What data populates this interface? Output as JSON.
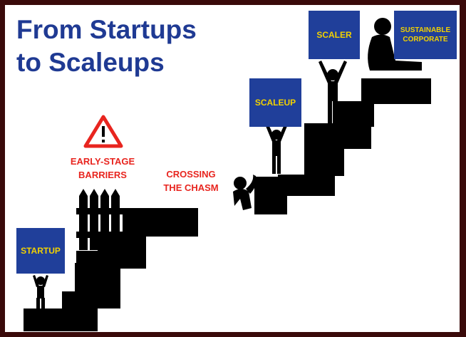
{
  "title": {
    "line1": "From Startups",
    "line2": "to Scaleups"
  },
  "stages": {
    "startup": "STARTUP",
    "scaleup": "SCALEUP",
    "scaler": "SCALER",
    "sustainable_line1": "SUSTAINABLE",
    "sustainable_line2": "CORPORATE"
  },
  "barriers": {
    "line1": "EARLY-STAGE",
    "line2": "BARRIERS"
  },
  "chasm": {
    "line1": "CROSSING",
    "line2": "THE CHASM"
  },
  "icons": {
    "warning": "warning-triangle-icon",
    "fence": "fence-barrier-icon",
    "person_lifting": "person-lifting-icon",
    "person_crouching": "person-crouching-icon",
    "person_sitting": "person-sitting-icon"
  },
  "colors": {
    "title": "#1f3a93",
    "box_fill": "#203f9a",
    "box_text": "#f2d100",
    "alert_red": "#e8251f",
    "stairs": "#000000",
    "frame": "#3a0a0a"
  }
}
